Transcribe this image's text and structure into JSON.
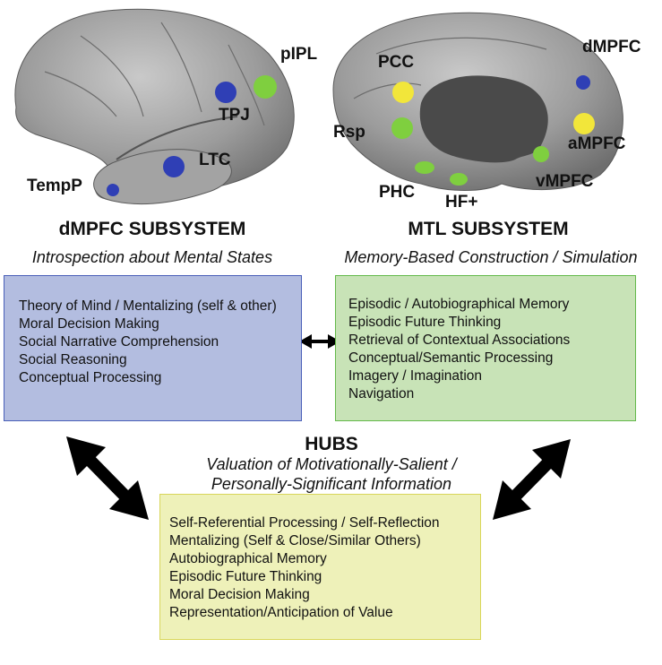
{
  "brain_labels": {
    "lateral": {
      "pIPL": "pIPL",
      "TPJ": "TPJ",
      "LTC": "LTC",
      "TempP": "TempP"
    },
    "medial": {
      "PCC": "PCC",
      "dMPFC": "dMPFC",
      "Rsp": "Rsp",
      "aMPFC": "aMPFC",
      "vMPFC": "vMPFC",
      "PHC": "PHC",
      "HF": "HF+"
    }
  },
  "dmpfc": {
    "heading": "dMPFC SUBSYSTEM",
    "subtitle": "Introspection about Mental States",
    "items": [
      "Theory of Mind / Mentalizing (self & other)",
      "Moral Decision Making",
      "Social Narrative Comprehension",
      "Social Reasoning",
      "Conceptual Processing"
    ]
  },
  "mtl": {
    "heading": "MTL SUBSYSTEM",
    "subtitle": "Memory-Based Construction / Simulation",
    "items": [
      "Episodic / Autobiographical Memory",
      "Episodic Future Thinking",
      "Retrieval of Contextual Associations",
      "Conceptual/Semantic Processing",
      "Imagery / Imagination",
      "Navigation"
    ]
  },
  "hubs": {
    "heading": "HUBS",
    "subtitle_line1": "Valuation of Motivationally-Salient /",
    "subtitle_line2": "Personally-Significant  Information",
    "items": [
      "Self-Referential Processing / Self-Reflection",
      "Mentalizing (Self & Close/Similar Others)",
      "Autobiographical Memory",
      "Episodic Future Thinking",
      "Moral Decision Making",
      "Representation/Anticipation of Value"
    ]
  },
  "colors": {
    "dmpfc_region": "#2f3fb5",
    "mtl_region": "#7fcf3f",
    "hub_region": "#f2e63a",
    "dmpfc_box_fill": "#b3bde0",
    "mtl_box_fill": "#c8e3b7",
    "hubs_box_fill": "#eef1b9",
    "brain_gray": "#8f8f8f"
  }
}
